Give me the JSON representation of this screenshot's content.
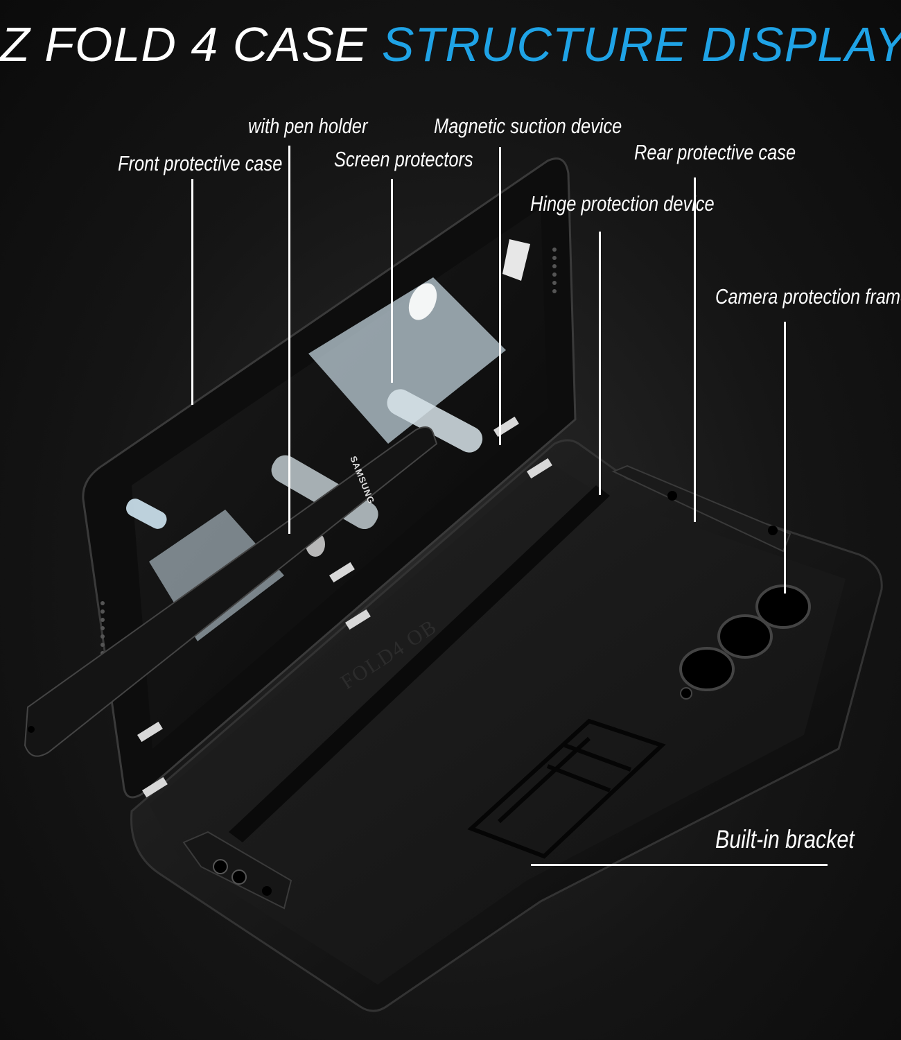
{
  "header": {
    "title_white": "Z FOLD 4 CASE",
    "title_blue": "STRUCTURE DISPLAY",
    "title_blue_color": "#1fa3e6"
  },
  "product": {
    "pen_brand": "SAMSUNG",
    "case_imprint": "FOLD4 OB"
  },
  "labels": {
    "front_case": "Front protective case",
    "pen_holder": "with pen holder",
    "screen_protectors": "Screen protectors",
    "magnetic_suction": "Magnetic suction device",
    "hinge_protection": "Hinge protection device",
    "rear_case": "Rear protective case",
    "camera_frame": "Camera protection frame",
    "built_in_bracket": "Built-in bracket"
  }
}
